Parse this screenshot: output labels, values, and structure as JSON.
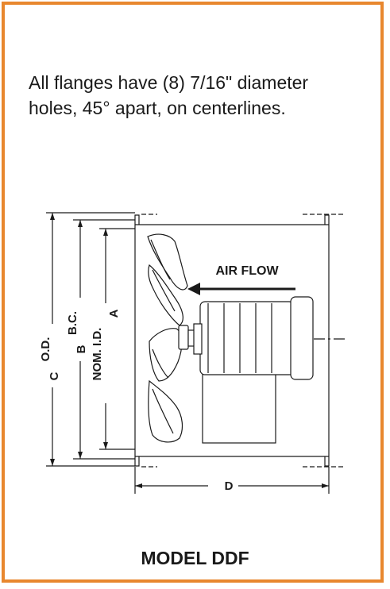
{
  "note": {
    "line1": "All flanges have (8) 7/16\" diameter",
    "line2": "holes, 45° apart, on centerlines."
  },
  "drawing": {
    "air_flow": "AIR FLOW",
    "dim_c": "C",
    "dim_od": "O.D.",
    "dim_b": "B",
    "dim_bc": "B.C.",
    "dim_nom_id": "NOM. I.D.",
    "dim_a": "A",
    "dim_d": "D"
  },
  "model_label": "MODEL DDF",
  "colors": {
    "border": "#e8872e",
    "ink": "#1a1a1a"
  }
}
